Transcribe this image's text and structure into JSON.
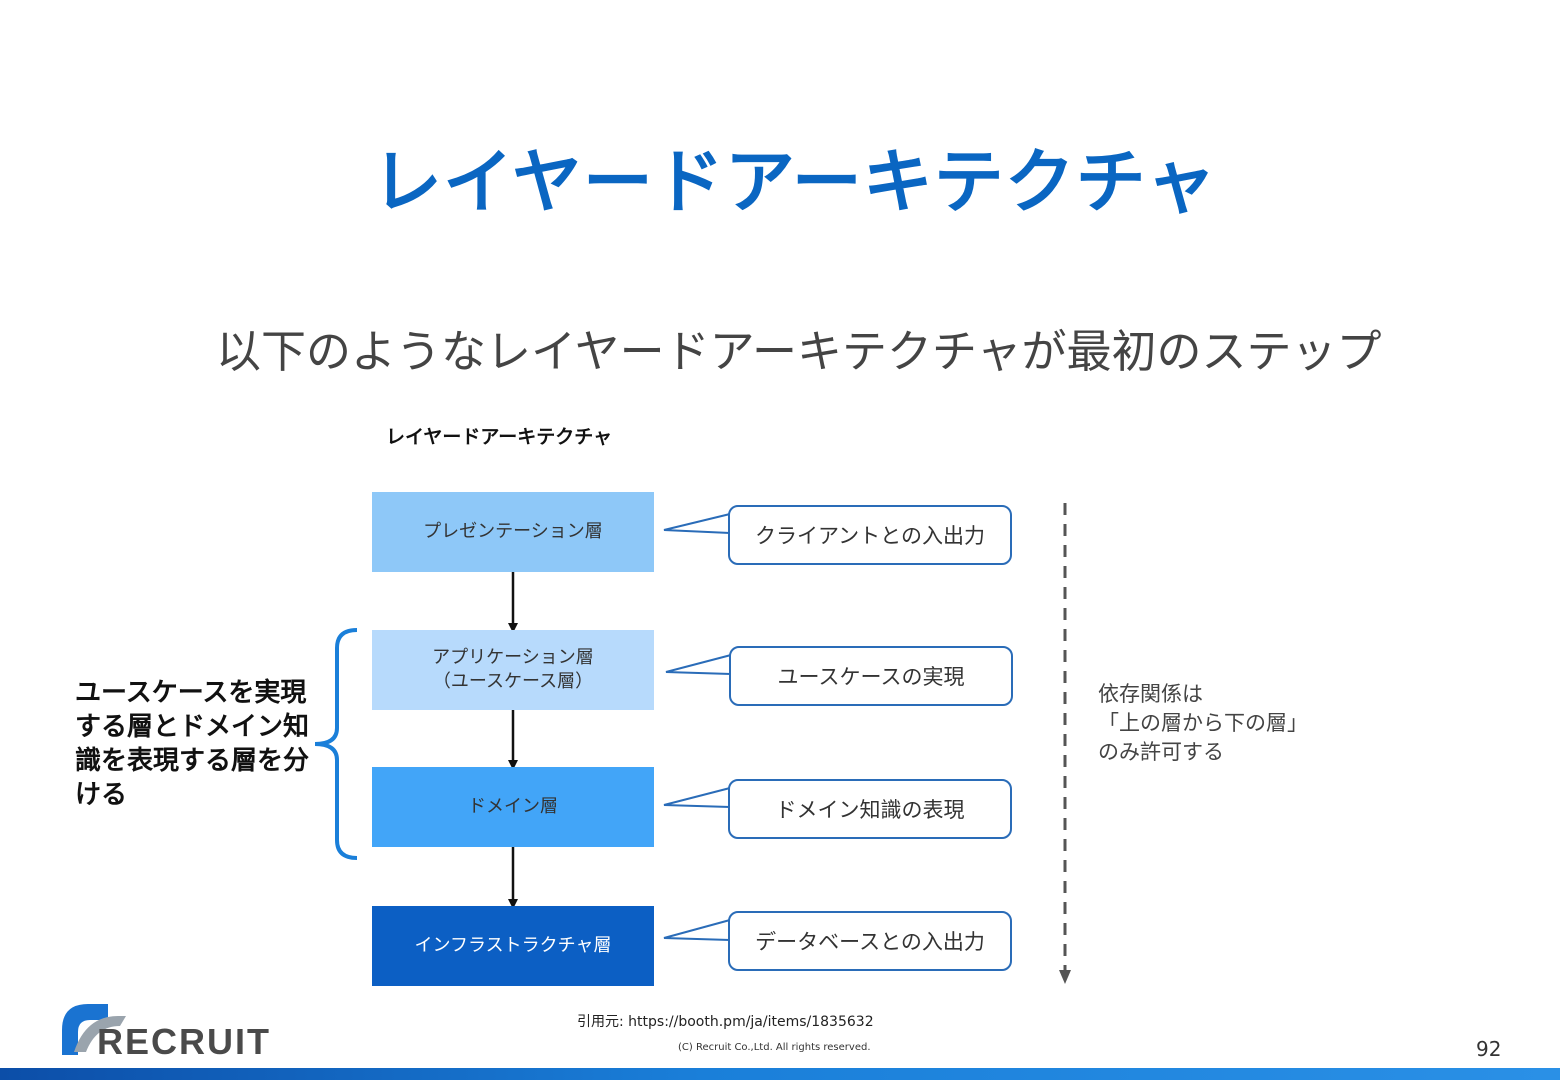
{
  "slide": {
    "title": "レイヤードアーキテクチャ",
    "subtitle": "以下のようなレイヤードアーキテクチャが最初のステップ",
    "page_number": "92",
    "source": "引用元: https://booth.pm/ja/items/1835632",
    "copyright": "(C) Recruit Co.,Ltd. All rights reserved.",
    "logo_text": "RECRUIT"
  },
  "diagram": {
    "heading": "レイヤードアーキテクチャ",
    "layers": [
      {
        "label": "プレゼンテーション層",
        "color": "#8ec8f8"
      },
      {
        "label": "アプリケーション層\n（ユースケース層）",
        "color": "#b7dafc"
      },
      {
        "label": "ドメイン層",
        "color": "#42a5f8"
      },
      {
        "label": "インフラストラクチャ層",
        "color": "#0c5fc4"
      }
    ],
    "callouts": [
      "クライアントとの入出力",
      "ユースケースの実現",
      "ドメイン知識の表現",
      "データベースとの入出力"
    ],
    "side_note": "ユースケースを実現する層とドメイン知識を表現する層を分ける",
    "dependency_note": "依存関係は\n「上の層から下の層」\nのみ許可する"
  },
  "colors": {
    "accent": "#0a66c2",
    "callout_border": "#2a6cb8",
    "brace": "#1a7fd9",
    "dashed_line": "#555555"
  }
}
